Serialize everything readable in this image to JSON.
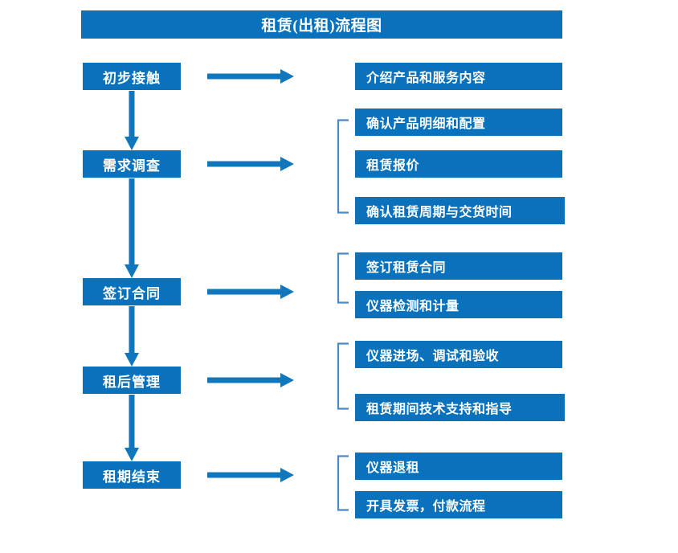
{
  "chart_data": {
    "type": "diagram",
    "title": "租赁(出租)流程图",
    "diagram_kind": "flowchart",
    "orientation": "vertical-main-with-horizontal-branches",
    "stage_count": 5,
    "detail_count": 10
  },
  "header": {
    "title": "租赁(出租)流程图",
    "background_color": "#0a71bc",
    "text_color": "#ffffff"
  },
  "colors": {
    "box_blue": "#0a71bc",
    "arrow_blue": "#1077bd",
    "bracket_blue": "#4d87c4",
    "text_white": "#ffffff",
    "page_background": "#ffffff"
  },
  "stages": [
    {
      "id": "stage-1",
      "label": "初步接触"
    },
    {
      "id": "stage-2",
      "label": "需求调查"
    },
    {
      "id": "stage-3",
      "label": "签订合同"
    },
    {
      "id": "stage-4",
      "label": "租后管理"
    },
    {
      "id": "stage-5",
      "label": "租期结束"
    }
  ],
  "details": [
    {
      "id": "detail-1",
      "label": "介绍产品和服务内容",
      "stage": "初步接触"
    },
    {
      "id": "detail-2",
      "label": "确认产品明细和配置",
      "stage": "需求调查"
    },
    {
      "id": "detail-3",
      "label": "租赁报价",
      "stage": "需求调查"
    },
    {
      "id": "detail-4",
      "label": "确认租赁周期与交货时间",
      "stage": "需求调查"
    },
    {
      "id": "detail-5",
      "label": "签订租赁合同",
      "stage": "签订合同"
    },
    {
      "id": "detail-6",
      "label": "仪器检测和计量",
      "stage": "签订合同"
    },
    {
      "id": "detail-7",
      "label": "仪器进场、调试和验收",
      "stage": "租后管理"
    },
    {
      "id": "detail-8",
      "label": "租赁期间技术支持和指导",
      "stage": "租后管理"
    },
    {
      "id": "detail-9",
      "label": "仪器退租",
      "stage": "租期结束"
    },
    {
      "id": "detail-10",
      "label": "开具发票，付款流程",
      "stage": "租期结束"
    }
  ],
  "connectors": {
    "down_arrows": 4,
    "right_arrows": 5,
    "brackets": 4,
    "arrow_icon": "arrow-right-icon",
    "down_arrow_icon": "arrow-down-icon",
    "bracket_icon": "left-brace-icon"
  }
}
